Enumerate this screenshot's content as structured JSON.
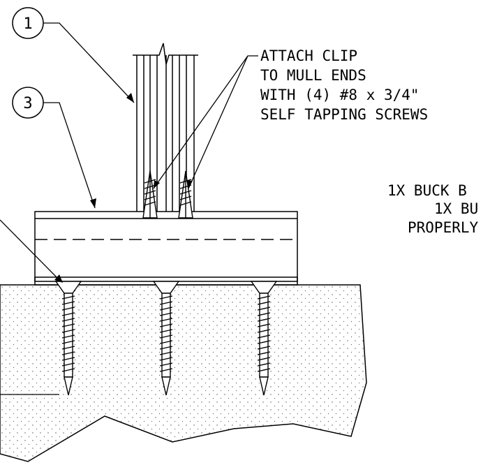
{
  "callouts": {
    "one": "1",
    "three": "3"
  },
  "note": {
    "line1": "ATTACH CLIP",
    "line2": "TO MULL ENDS",
    "line3": "WITH (4) #8 x 3/4\"",
    "line4": "SELF TAPPING SCREWS"
  },
  "side_note": {
    "line1": "1X BUCK B",
    "line2": "1X BU",
    "line3": "PROPERLY"
  },
  "colors": {
    "line": "#000000",
    "dot": "#555555",
    "background": "#ffffff"
  }
}
